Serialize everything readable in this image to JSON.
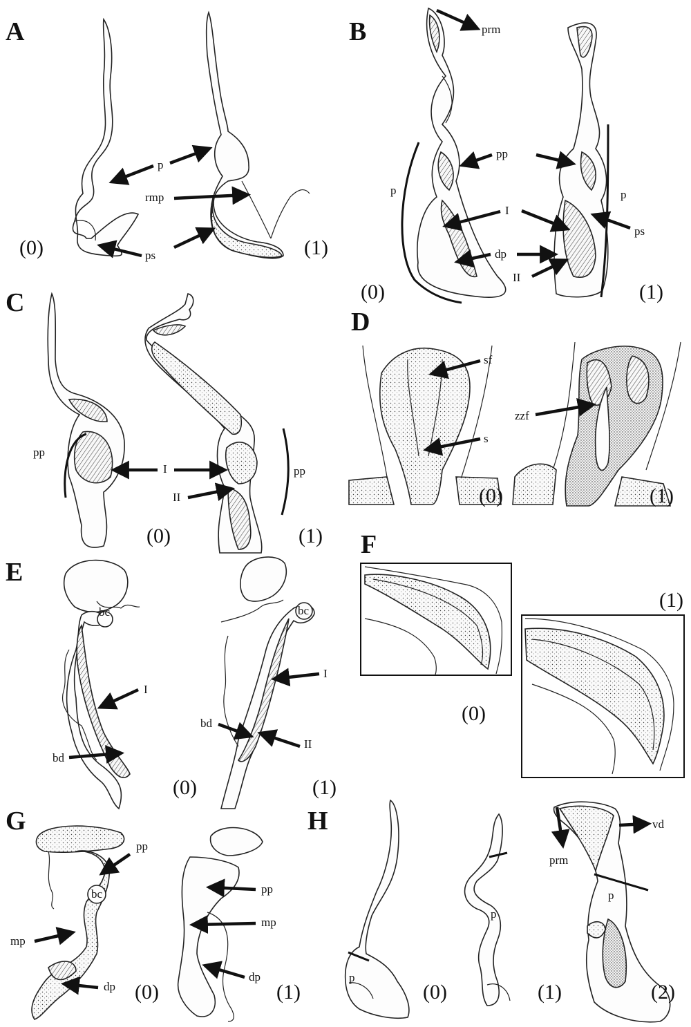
{
  "panels": {
    "A": {
      "letter": "A",
      "states": [
        "(0)",
        "(1)"
      ],
      "labels": {
        "p": "p",
        "rmp": "rmp",
        "ps": "ps"
      }
    },
    "B": {
      "letter": "B",
      "states": [
        "(0)",
        "(1)"
      ],
      "labels": {
        "prm": "prm",
        "pp": "pp",
        "p_left": "p",
        "p_right": "p",
        "I": "I",
        "dp": "dp",
        "II": "II",
        "ps": "ps"
      }
    },
    "C": {
      "letter": "C",
      "states": [
        "(0)",
        "(1)"
      ],
      "labels": {
        "pp_left": "pp",
        "pp_right": "pp",
        "I": "I",
        "II": "II"
      }
    },
    "D": {
      "letter": "D",
      "states": [
        "(0)",
        "(1)"
      ],
      "labels": {
        "sf": "sf",
        "s": "s",
        "zzf": "zzf"
      }
    },
    "E": {
      "letter": "E",
      "states": [
        "(0)",
        "(1)"
      ],
      "labels": {
        "bc_left": "bc",
        "bc_right": "bc",
        "I_left": "I",
        "I_right": "I",
        "bd_left": "bd",
        "bd_right": "bd",
        "II": "II"
      }
    },
    "F": {
      "letter": "F",
      "states": [
        "(0)",
        "(1)"
      ]
    },
    "G": {
      "letter": "G",
      "states": [
        "(0)",
        "(1)"
      ],
      "labels": {
        "pp_left": "pp",
        "pp_right": "pp",
        "bc": "bc",
        "mp_left": "mp",
        "mp_right": "mp",
        "dp_left": "dp",
        "dp_right": "dp"
      }
    },
    "H": {
      "letter": "H",
      "states": [
        "(0)",
        "(1)",
        "(2)"
      ],
      "labels": {
        "p1": "p",
        "p2": "p",
        "p3": "p",
        "vd": "vd",
        "prm": "prm"
      }
    }
  },
  "style": {
    "ink": "#111111",
    "paper": "#ffffff"
  }
}
